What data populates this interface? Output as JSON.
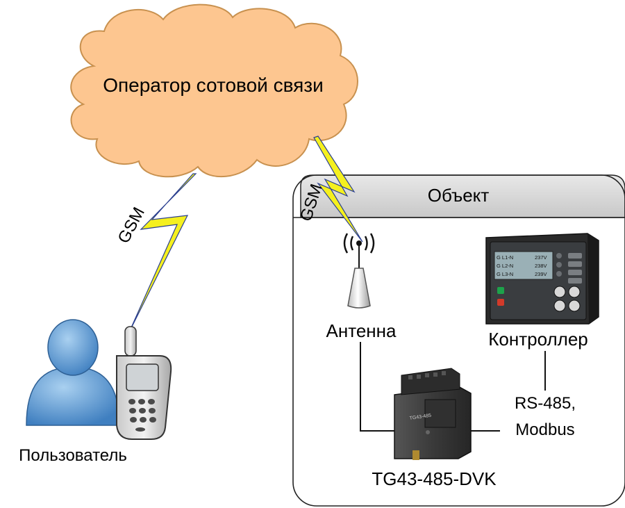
{
  "cloud": {
    "label": "Оператор сотовой связи",
    "fill": "#fdc690",
    "stroke": "#c8914f"
  },
  "links": {
    "gsm_left": "GSM",
    "gsm_right": "GSM",
    "bolt_color": "#f5f01e",
    "line_color": "#2a3f8f"
  },
  "object_box": {
    "title": "Объект"
  },
  "nodes": {
    "user": "Пользователь",
    "antenna": "Антенна",
    "controller": "Контроллер",
    "device": "TG43-485-DVK",
    "device_print": "TG43-485"
  },
  "connection": {
    "line1": "RS-485,",
    "line2": "Modbus"
  },
  "controller_screen": {
    "rows": [
      {
        "name": "G L1-N",
        "value": "237V"
      },
      {
        "name": "G L2-N",
        "value": "238V"
      },
      {
        "name": "G L3-N",
        "value": "239V"
      }
    ]
  }
}
